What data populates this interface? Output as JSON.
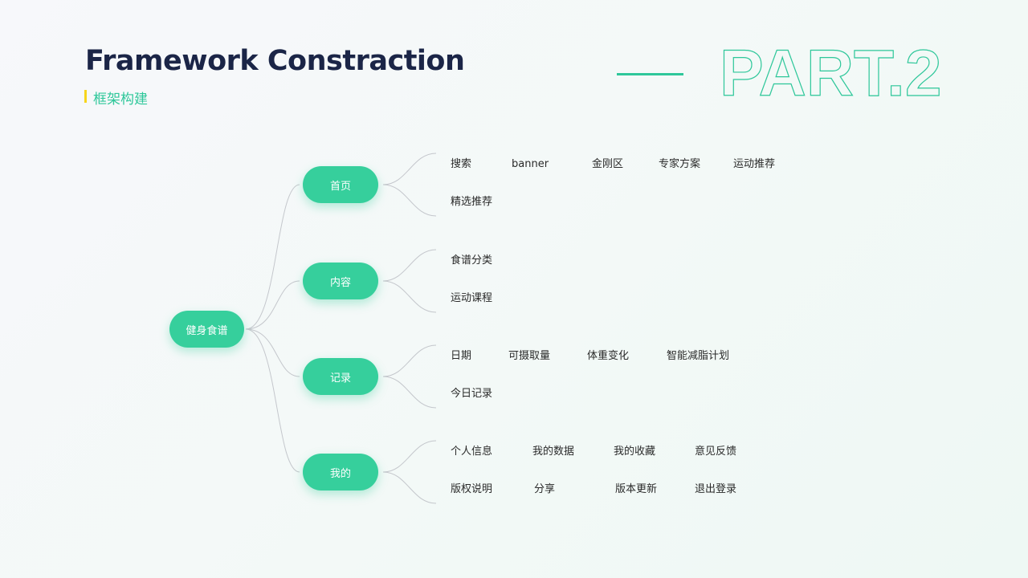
{
  "header": {
    "title": "Framework Constraction",
    "subtitle": "框架构建",
    "part_label": "PART.2",
    "accent": "#2ec79a",
    "marker": "#f7d51c"
  },
  "mindmap": {
    "root": "健身食谱",
    "branches": [
      {
        "label": "首页",
        "rows": [
          [
            "搜索",
            "banner",
            "金刚区",
            "专家方案",
            "运动推荐"
          ],
          [
            "精选推荐"
          ]
        ]
      },
      {
        "label": "内容",
        "rows": [
          [
            "食谱分类"
          ],
          [
            "运动课程"
          ]
        ]
      },
      {
        "label": "记录",
        "rows": [
          [
            "日期",
            "可摄取量",
            "体重变化",
            "智能减脂计划"
          ],
          [
            "今日记录"
          ]
        ]
      },
      {
        "label": "我的",
        "rows": [
          [
            "个人信息",
            "我的数据",
            "我的收藏",
            "意见反馈"
          ],
          [
            "版权说明",
            "分享",
            "版本更新",
            "退出登录"
          ]
        ]
      }
    ],
    "node_color": "#36cf9c",
    "line_color": "#c4c7cc"
  }
}
